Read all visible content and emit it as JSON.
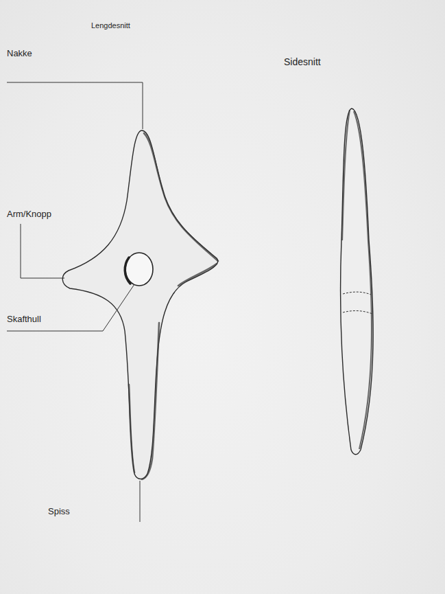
{
  "diagram": {
    "labels": [
      "Lengdesnitt",
      "Nakke",
      "Sidesnitt",
      "Arm/Knopp",
      "Skafthull",
      "Spiss"
    ]
  }
}
